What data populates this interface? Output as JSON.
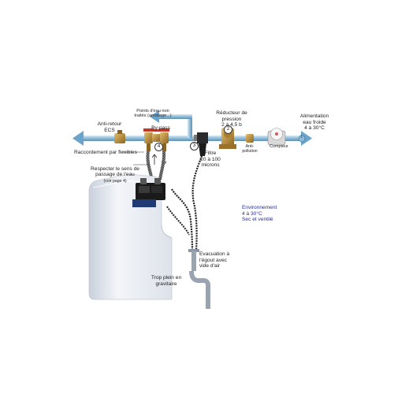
{
  "labels": {
    "points_eau": "Points d'eau non\ntraités (arrosage...)",
    "reducteur": "Réducteur de\npression\n2 à 4,5 b",
    "alimentation": "Alimentation\neau froide\n4 à 30°C",
    "anti_retour": "Anti-retour\nECS",
    "bypass": "By-pass",
    "anti_pollution": "Anti-\npollution",
    "compteur": "Compteur",
    "raccordement": "Raccordement par flexibles",
    "respecter": "Respecter le sens de\npassage de l'eau",
    "voir_page": "(voir page 4)",
    "filtre": "Filtre\n20 à 100\nmicrons",
    "environnement": "Environnement\n4 à 30°C\nSec et ventilé",
    "evacuation": "Evacuation à\nl'égout avec\nvide d'air",
    "trop_plein": "Trop plein en\ngravitaire"
  },
  "markers": {
    "n1": "1",
    "n2": "2",
    "n3": "3",
    "n4": "4"
  },
  "colors": {
    "pipe_blue": "#8fbcd8",
    "pipe_dark": "#5f8fb3",
    "arrow_blue": "#6aa3cc",
    "unit_body": "#e9edf4",
    "unit_shadow": "#c9d0dc",
    "head_black": "#1a1a1a",
    "brass": "#b8893a",
    "red_valve": "#c0392b",
    "env_text": "#2a2f8f"
  }
}
